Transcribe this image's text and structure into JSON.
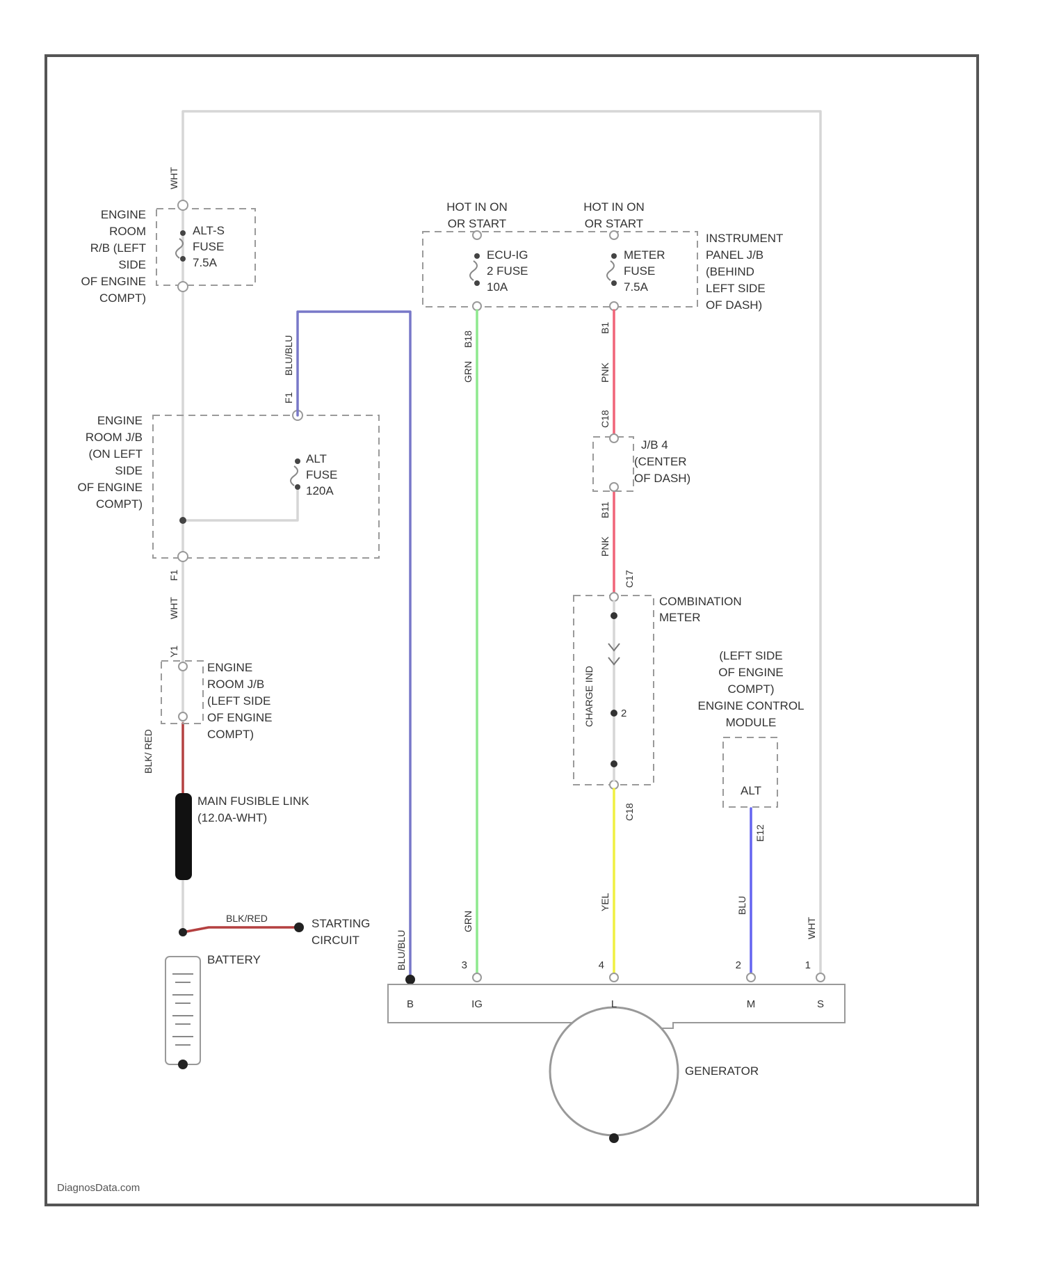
{
  "colors": {
    "wht": "#d6d6d6",
    "blu_blu": "#7878c8",
    "grn": "#8ee88e",
    "pnk": "#f06478",
    "yel": "#f0f040",
    "blu": "#6464f0",
    "blk_red": "#b44040",
    "frame": "#555555",
    "dashed": "#9a9a9a"
  },
  "components": {
    "alts_fuse_location": [
      "ENGINE",
      "ROOM",
      "R/B (LEFT",
      "SIDE",
      "OF ENGINE",
      "COMPT)"
    ],
    "alts_fuse": [
      "ALT-S",
      "FUSE",
      "7.5A"
    ],
    "alt_fuse_location": [
      "ENGINE",
      "ROOM J/B",
      "(ON LEFT",
      "SIDE",
      "OF ENGINE",
      "COMPT)"
    ],
    "alt_fuse": [
      "ALT",
      "FUSE",
      "120A"
    ],
    "engine_room_jb2": [
      "ENGINE",
      "ROOM J/B",
      "(LEFT SIDE",
      "OF ENGINE",
      "COMPT)"
    ],
    "main_fusible_link": [
      "MAIN FUSIBLE LINK",
      "(12.0A-WHT)"
    ],
    "starting_circuit": [
      "STARTING",
      "CIRCUIT"
    ],
    "battery": "BATTERY",
    "hot_ecu": [
      "HOT IN ON",
      "OR START"
    ],
    "hot_meter": [
      "HOT IN ON",
      "OR START"
    ],
    "ecu_fuse": [
      "ECU-IG",
      "2 FUSE",
      "10A"
    ],
    "meter_fuse": [
      "METER",
      "FUSE",
      "7.5A"
    ],
    "instrument_panel_jb": [
      "INSTRUMENT",
      "PANEL J/B",
      "(BEHIND",
      "LEFT SIDE",
      "OF DASH)"
    ],
    "jb4": [
      "J/B 4",
      "(CENTER",
      "OF DASH)"
    ],
    "combination_meter": [
      "COMBINATION",
      "METER"
    ],
    "charge_ind": "CHARGE IND",
    "ecm_location": [
      "(LEFT SIDE",
      "OF ENGINE",
      "COMPT)"
    ],
    "ecm": [
      "ENGINE CONTROL",
      "MODULE"
    ],
    "ecm_pin": "ALT",
    "generator": "GENERATOR",
    "watermark": "DiagnosData.com"
  },
  "wire_labels": {
    "wht_top": "WHT",
    "wht_mid": "WHT",
    "blu_blu_top": "BLU/BLU",
    "blu_blu_bottom": "BLU/BLU",
    "grn_top": "GRN",
    "grn_bottom": "GRN",
    "pnk_top": "PNK",
    "pnk_mid": "PNK",
    "yel_bottom": "YEL",
    "blu_bottom": "BLU",
    "wht_right": "WHT",
    "blk_red": "BLK/RED",
    "blk_red_side": "BLK/ RED"
  },
  "connector_ids": {
    "pnk_top": "B1",
    "pnk_jb4_in": "C18",
    "pnk_jb4_out": "B11",
    "pnk_meter": "C17",
    "yel_meter": "C18",
    "grn_top": "B18",
    "blu_blu_alt": "F1",
    "ecm_pin": "E12",
    "wht_jb": "F1",
    "wht_jb2": "Y1"
  },
  "generator_pins": {
    "b": "B",
    "ig": "IG",
    "l": "L",
    "m": "M",
    "s": "S"
  },
  "generator_pin_numbers": {
    "ig": "3",
    "l": "4",
    "m": "2",
    "s": "1"
  }
}
